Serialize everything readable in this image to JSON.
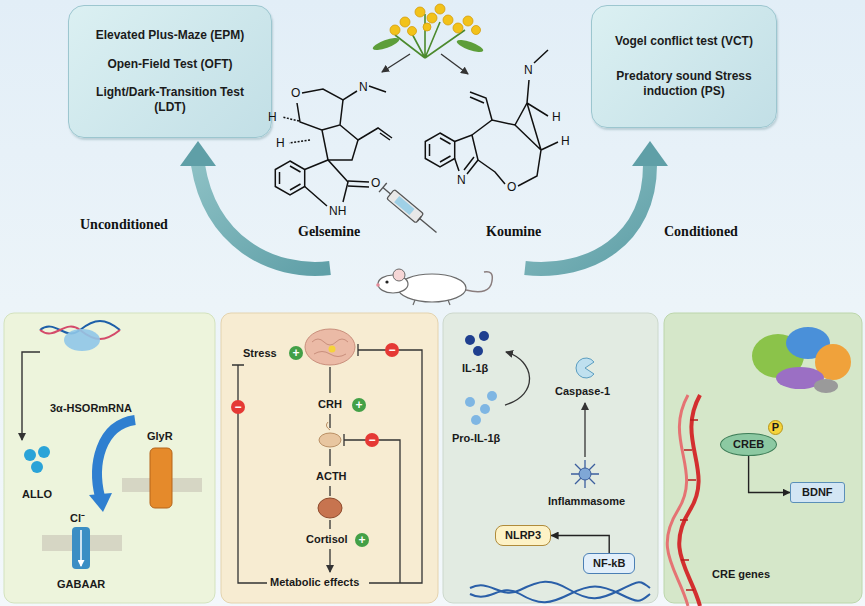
{
  "diagram": {
    "nodes": [
      {
        "text": [
          "Elevated Plus-Maze (EPM)",
          "Open-Field Test (OFT)",
          "Light/Dark-Transition Test (LDT)"
        ]
      },
      {
        "text": [
          "Vogel conflict test (VCT)",
          "Predatory sound Stress induction (PS)"
        ]
      },
      {
        "text": [
          "3α-HSORmRNA",
          "ALLO",
          "GlyR",
          "Cl⁻",
          "GABAAR"
        ]
      },
      {
        "text": [
          "Stress",
          "CRH",
          "ACTH",
          "Cortisol",
          "Metabolic effects",
          "+",
          "−",
          "+",
          "−",
          "−",
          "+"
        ]
      },
      {
        "text": [
          "IL-1β",
          "Caspase-1",
          "Pro-IL-1β",
          "Inflammasome"
        ]
      },
      {
        "text": [
          "NLRP3"
        ],
        "in": 4
      },
      {
        "text": [
          "NF-kB"
        ],
        "in": 4
      },
      {
        "text": [
          "CRE genes"
        ]
      },
      {
        "text": [
          "CREB"
        ],
        "in": 7
      },
      {
        "text": [
          "P"
        ],
        "in": 7
      },
      {
        "text": [
          "BDNF"
        ],
        "in": 7
      }
    ],
    "edges": [
      {
        "from": 6,
        "to": 5,
        "arrow": "to"
      },
      {
        "from": 8,
        "to": 10,
        "arrow": "to"
      }
    ],
    "labels": [
      "Gelsemine",
      "Koumine",
      "Unconditioned",
      "Conditioned",
      "O",
      "H",
      "H",
      "N",
      "O",
      "NH",
      "N",
      "N",
      "O",
      "H",
      "H"
    ]
  }
}
